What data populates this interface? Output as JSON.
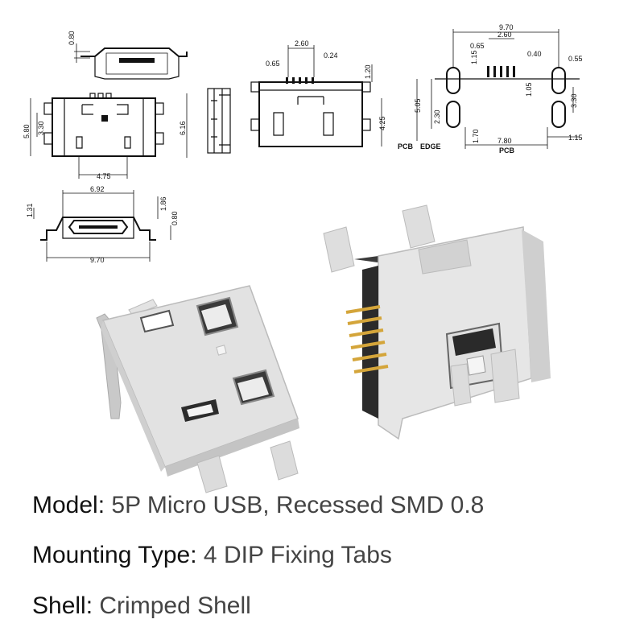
{
  "dimensions": {
    "side_view_top": [
      "0.80"
    ],
    "top_view": [
      "5.80",
      "3.30",
      "4.75",
      "6.16"
    ],
    "front_view": [
      "2.60",
      "0.65",
      "0.24",
      "1.20",
      "4.25"
    ],
    "pcb_layout": [
      "9.70",
      "2.60",
      "1.15",
      "0.65",
      "0.40",
      "0.55",
      "5.05",
      "2.30",
      "1.05",
      "3.30",
      "1.70",
      "7.80",
      "1.15"
    ],
    "pcb_labels": [
      "PCB",
      "EDGE",
      "PCB"
    ],
    "receptacle_view": [
      "6.92",
      "1.31",
      "1.86",
      "0.80",
      "9.70"
    ]
  },
  "specs": [
    {
      "label": "Model",
      "value": "5P Micro USB, Recessed SMD 0.8"
    },
    {
      "label": "Mounting Type",
      "value": "4 DIP Fixing Tabs"
    },
    {
      "label": "Shell",
      "value": "Crimped Shell"
    }
  ],
  "colors": {
    "line": "#111111",
    "metal": "#d9d9d9",
    "insulator": "#3a3a3a",
    "pin": "#d4a53a",
    "label": "#111111",
    "value": "#444444"
  }
}
